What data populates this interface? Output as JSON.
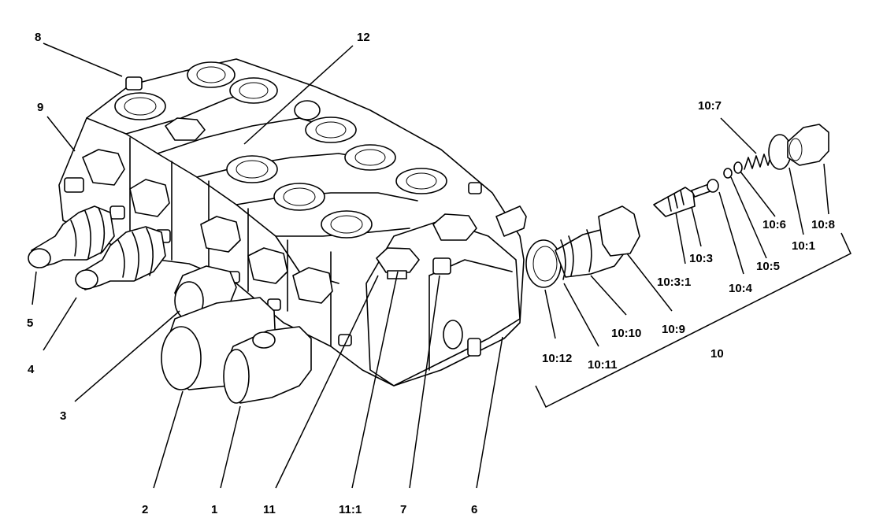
{
  "labels": {
    "l1": "1",
    "l2": "2",
    "l3": "3",
    "l4": "4",
    "l5": "5",
    "l6": "6",
    "l7": "7",
    "l8": "8",
    "l9": "9",
    "l10": "10",
    "l11": "11",
    "l11_1": "11:1",
    "l12": "12",
    "l10_1": "10:1",
    "l10_3": "10:3",
    "l10_3_1": "10:3:1",
    "l10_4": "10:4",
    "l10_5": "10:5",
    "l10_6": "10:6",
    "l10_7": "10:7",
    "l10_8": "10:8",
    "l10_9": "10:9",
    "l10_10": "10:10",
    "l10_11": "10:11",
    "l10_12": "10:12"
  },
  "colors": {
    "line": "#000000",
    "background": "#ffffff"
  }
}
